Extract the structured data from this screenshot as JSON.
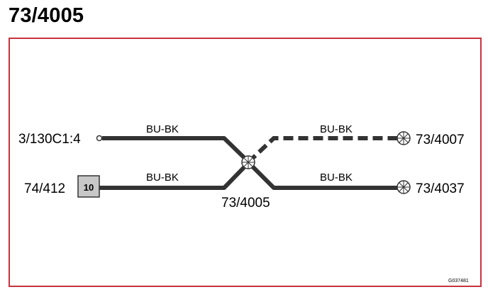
{
  "title": "73/4005",
  "splice": {
    "label": "73/4005"
  },
  "connectors": {
    "left_top": "3/130C1:4",
    "left_bottom": "74/412",
    "left_bottom_pin": "10",
    "right_top": "73/4007",
    "right_bottom": "73/4037"
  },
  "wires": {
    "left_top": "BU-BK",
    "left_bottom": "BU-BK",
    "right_top": "BU-BK",
    "right_bottom": "BU-BK"
  },
  "figure_code": "G037481",
  "colors": {
    "frame": "#c7323f",
    "wire": "#333333",
    "pin_box": "#c8c8c8"
  }
}
